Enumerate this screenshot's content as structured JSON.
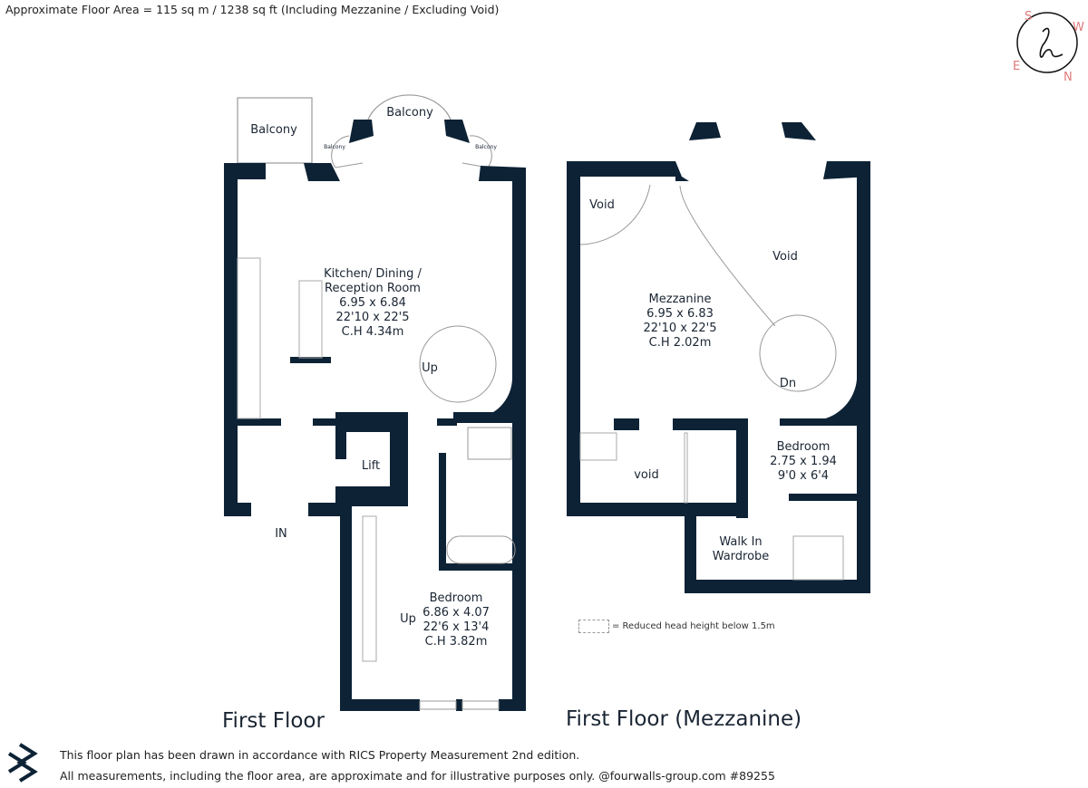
{
  "header": {
    "floor_area": "Approximate Floor Area = 115 sq m / 1238 sq ft (Including Mezzanine / Excluding Void)"
  },
  "compass": {
    "s": "S",
    "w": "W",
    "e": "E",
    "n": "N",
    "color": "#e07a7a"
  },
  "colors": {
    "wall": "#0d2235"
  },
  "first_floor": {
    "title": "First Floor",
    "balcony_left": "Balcony",
    "balcony_center": "Balcony",
    "balcony_small_left": "Balcony",
    "balcony_small_right": "Balcony",
    "kitchen": {
      "name1": "Kitchen/ Dining /",
      "name2": "Reception Room",
      "metric": "6.95 x 6.84",
      "imperial": "22'10 x 22'5",
      "ceiling": "C.H 4.34m"
    },
    "stairs_up": "Up",
    "lift": "Lift",
    "entrance": "IN",
    "bedroom": {
      "name": "Bedroom",
      "metric": "6.86 x 4.07",
      "imperial": "22'6 x 13'4",
      "ceiling": "C.H 3.82m"
    },
    "bedroom_stairs_up": "Up"
  },
  "mezzanine": {
    "title": "First Floor (Mezzanine)",
    "void_left": "Void",
    "void_right": "Void",
    "mezz": {
      "name": "Mezzanine",
      "metric": "6.95 x 6.83",
      "imperial": "22'10 x 22'5",
      "ceiling": "C.H 2.02m"
    },
    "stairs_down": "Dn",
    "void_lower": "void",
    "bedroom": {
      "name": "Bedroom",
      "metric": "2.75 x 1.94",
      "imperial": "9'0 x 6'4"
    },
    "wardrobe1": "Walk In",
    "wardrobe2": "Wardrobe"
  },
  "legend": {
    "text": "= Reduced head height below 1.5m"
  },
  "footer": {
    "line1": "This floor plan has been drawn in accordance with RICS Property Measurement 2nd edition.",
    "line2": "All measurements, including the floor area, are approximate and for illustrative purposes only. @fourwalls-group.com #89255"
  }
}
